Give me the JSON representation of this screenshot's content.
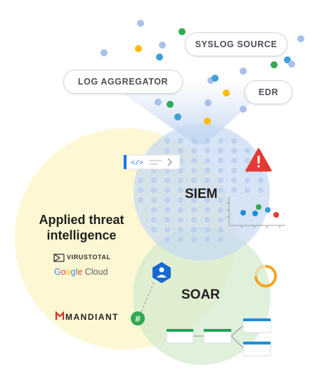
{
  "sources": {
    "syslog": "SYSLOG SOURCE",
    "log_aggregator": "LOG AGGREGATOR",
    "edr": "EDR"
  },
  "venn": {
    "siem": "SIEM",
    "soar": "SOAR",
    "threat_intel_line1": "Applied threat",
    "threat_intel_line2": "intelligence"
  },
  "logos": {
    "virustotal": "VIRUSTOTAL",
    "google_cloud": {
      "g1": "G",
      "o1": "o",
      "o2": "o",
      "g2": "g",
      "l": "l",
      "e": "e",
      "cloud": " Cloud"
    },
    "mandiant": "MANDIANT"
  },
  "colors": {
    "blue": "#4285f4",
    "green": "#34a853",
    "yellow": "#fbbc04",
    "red": "#ea4335",
    "threat_circle": "#fdf7d3",
    "siem_circle": "#cddcf5",
    "soar_circle": "#d6ecd2"
  }
}
